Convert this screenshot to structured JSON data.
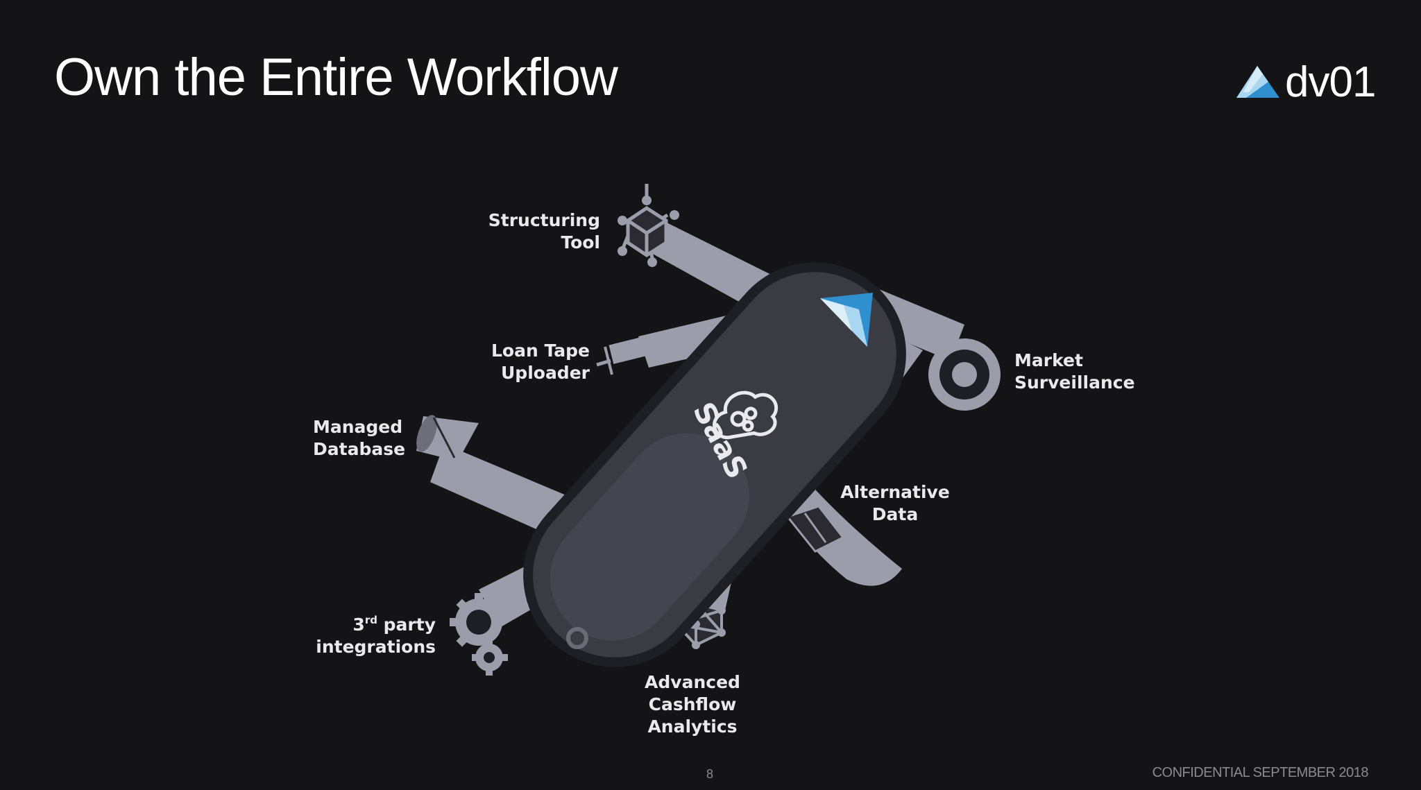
{
  "slide": {
    "title": "Own the Entire Workflow",
    "logo_text": "dv01",
    "page_number": "8",
    "confidential": "CONFIDENTIAL  SEPTEMBER 2018"
  },
  "knife": {
    "center_label": "SaaS",
    "tools": [
      {
        "id": "structuring-tool",
        "lines": [
          "Structuring",
          "Tool"
        ],
        "icon": "cube-network-icon"
      },
      {
        "id": "loan-tape-uploader",
        "lines": [
          "Loan Tape",
          "Uploader"
        ],
        "icon": "syringe-icon"
      },
      {
        "id": "managed-database",
        "lines": [
          "Managed",
          "Database"
        ],
        "icon": "database-cylinder-icon"
      },
      {
        "id": "third-party-integrations",
        "lines": [
          "3rd party",
          "integrations"
        ],
        "icon": "gears-icon"
      },
      {
        "id": "advanced-cashflow-analytics",
        "lines": [
          "Advanced",
          "Cashflow",
          "Analytics"
        ],
        "icon": "mesh-network-icon"
      },
      {
        "id": "alternative-data",
        "lines": [
          "Alternative",
          "Data"
        ],
        "icon": "box-icon"
      },
      {
        "id": "market-surveillance",
        "lines": [
          "Market",
          "Surveillance"
        ],
        "icon": "lens-icon"
      }
    ]
  },
  "colors": {
    "background": "#141416",
    "tool_gray": "#9c9cab",
    "handle_dark": "#3a3b43",
    "handle_outline": "#1e1f24",
    "logo_blue": "#2f8fcf",
    "logo_light": "#a9d6f0"
  }
}
